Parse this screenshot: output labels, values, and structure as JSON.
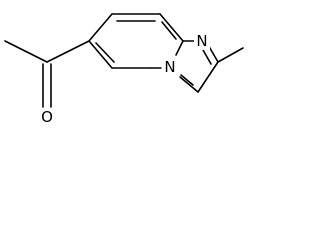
{
  "structure": {
    "description_visible": false,
    "atoms": {
      "N_top": "N",
      "N_bridge": "N",
      "O_carbonyl": "O"
    },
    "bond_color": "#000000",
    "background_color": "#ffffff"
  }
}
